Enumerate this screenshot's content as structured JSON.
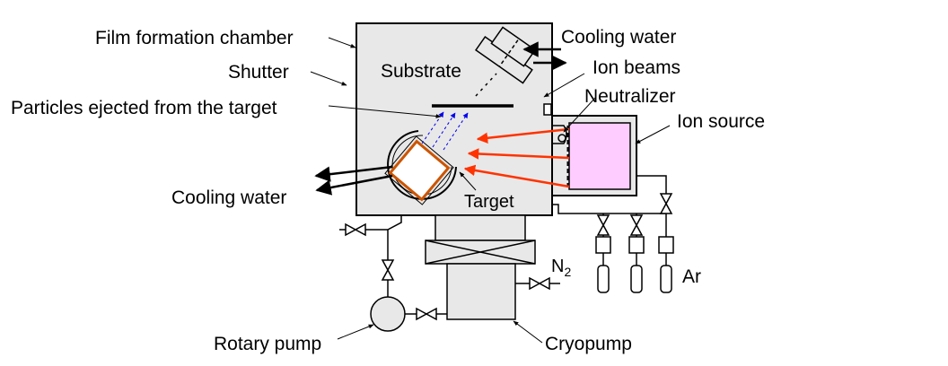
{
  "labels": {
    "film_chamber": "Film formation chamber",
    "shutter": "Shutter",
    "particles": "Particles ejected from the target",
    "cooling_water_left": "Cooling water",
    "substrate": "Substrate",
    "cooling_water_top": "Cooling water",
    "ion_beams": "Ion beams",
    "neutralizer": "Neutralizer",
    "ion_source": "Ion source",
    "target": "Target",
    "n2_base": "N",
    "n2_sub": "2",
    "ar": "Ar",
    "rotary_pump": "Rotary pump",
    "cryopump": "Cryopump"
  },
  "colors": {
    "chamber_fill": "#e8e8e8",
    "ion_beam": "#ff3300",
    "ion_source_inner": "#ffccff",
    "target_plate": "#cc5500",
    "particles": "#0000ee"
  }
}
